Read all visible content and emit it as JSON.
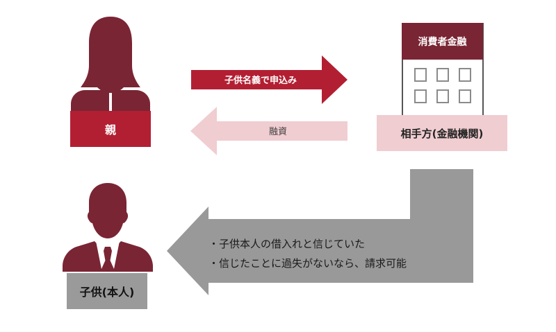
{
  "parent": {
    "label": "親"
  },
  "child": {
    "label": "子供(本人)"
  },
  "counterparty": {
    "building_sign": "消費者金融",
    "label": "相手方(金融機関)"
  },
  "arrows": {
    "application": "子供名義で申込み",
    "loan": "融資"
  },
  "claim": {
    "points": [
      "子供本人の借入れと信じていた",
      "信じたことに過失がないなら、請求可能"
    ]
  },
  "colors": {
    "parent_person": "#7a2534",
    "parent_label": "#b31f32",
    "application_arrow": "#b31f32",
    "loan_arrow": "#f0cdd1",
    "counterparty_label": "#f0cdd1",
    "building_header": "#7a2534",
    "child_person": "#7a2534",
    "child_label": "#9a9a9a",
    "claim_arrow": "#999999"
  },
  "icons": {
    "parent": "female-person-icon",
    "child": "male-person-icon",
    "counterparty": "office-building-icon"
  }
}
